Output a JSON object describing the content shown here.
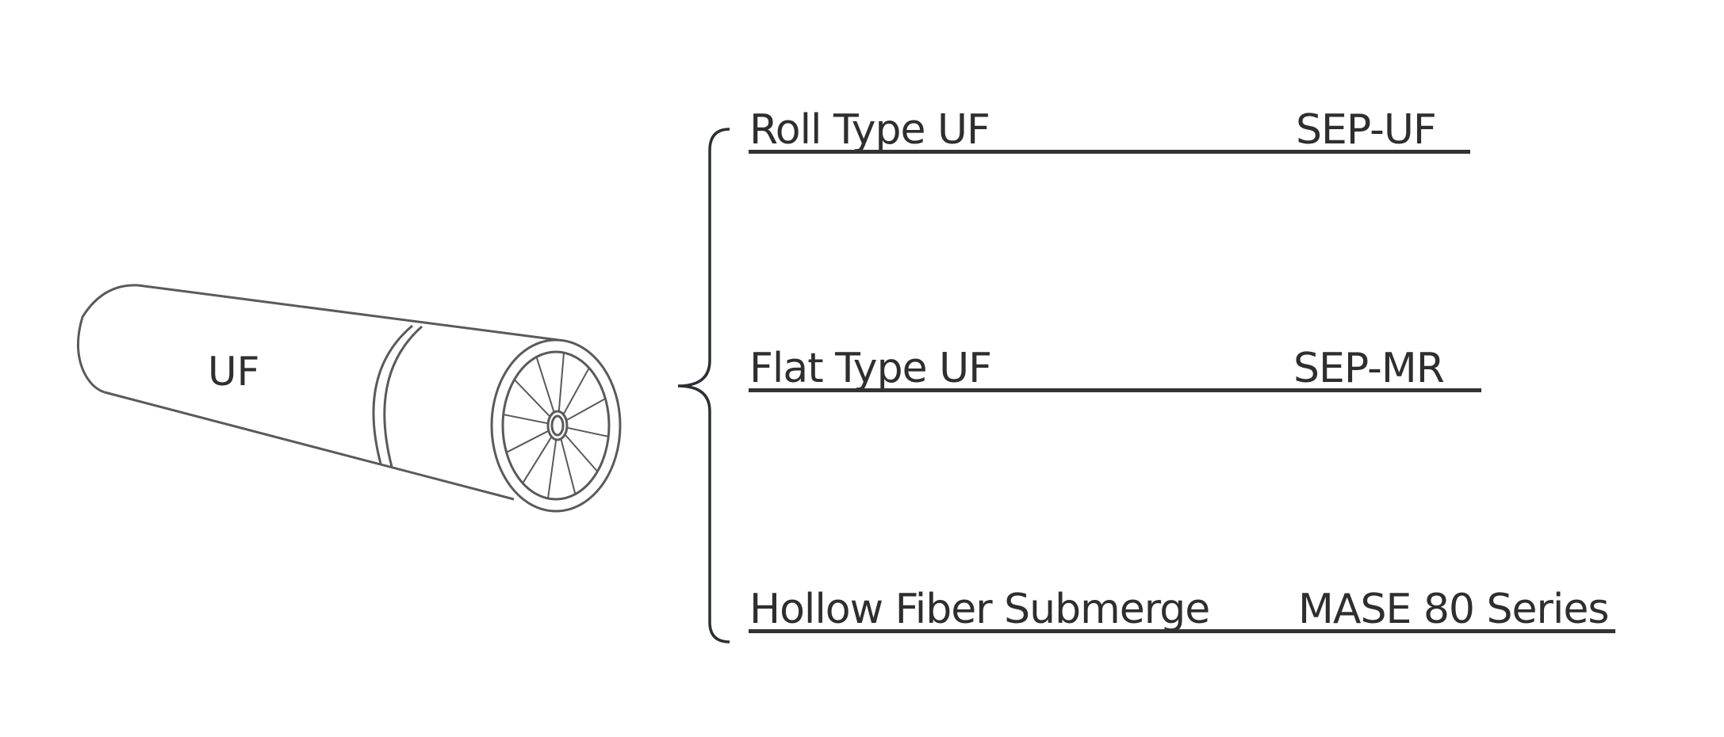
{
  "module": {
    "label": "UF"
  },
  "items": [
    {
      "type": "Roll Type UF",
      "model": "SEP-UF"
    },
    {
      "type": "Flat Type UF",
      "model": "SEP-MR"
    },
    {
      "type": "Hollow Fiber Submerge",
      "model": "MASE 80 Series"
    }
  ],
  "colors": {
    "line": "#333333",
    "drawing": "#555555"
  }
}
